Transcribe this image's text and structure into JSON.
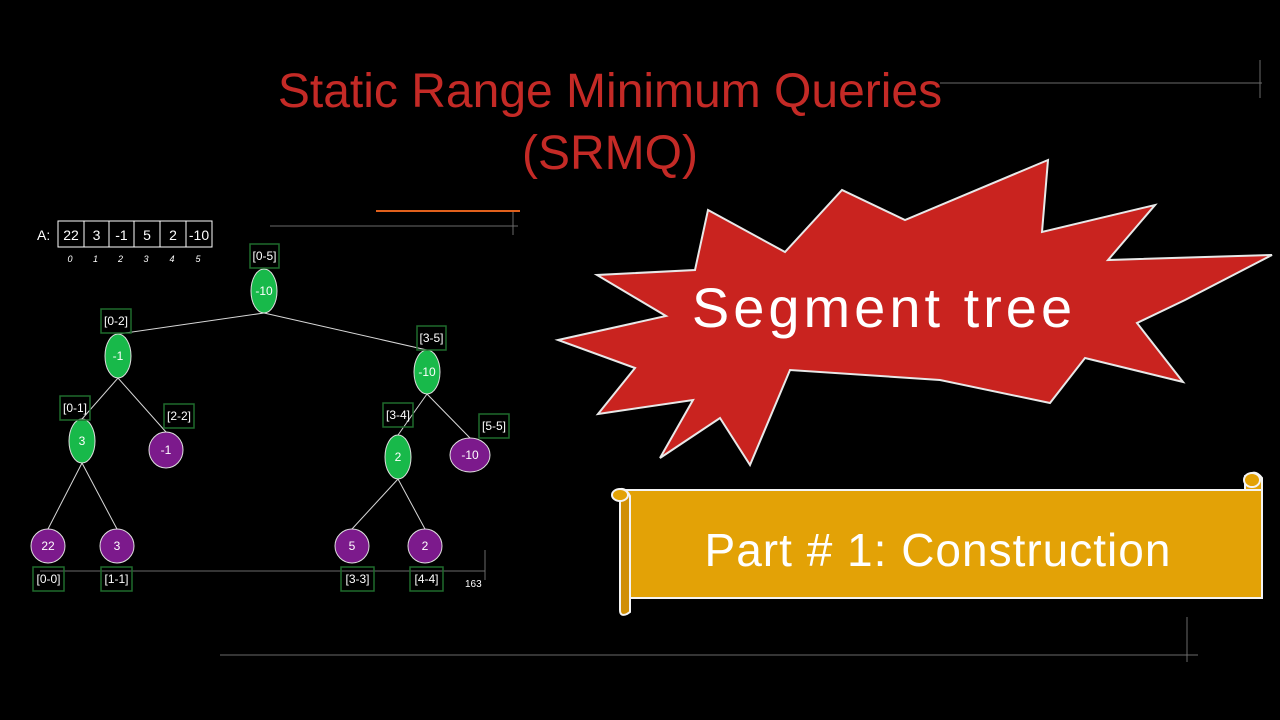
{
  "title": {
    "line1": "Static Range Minimum Queries",
    "line2": "(SRMQ)"
  },
  "array": {
    "label": "A:",
    "values": [
      "22",
      "3",
      "-1",
      "5",
      "2",
      "-10"
    ],
    "indices": [
      "0",
      "1",
      "2",
      "3",
      "4",
      "5"
    ]
  },
  "tree": {
    "nodes": [
      {
        "id": "n05",
        "value": "-10",
        "range": "[0-5]",
        "kind": "internal"
      },
      {
        "id": "n02",
        "value": "-1",
        "range": "[0-2]",
        "kind": "internal"
      },
      {
        "id": "n35",
        "value": "-10",
        "range": "[3-5]",
        "kind": "internal"
      },
      {
        "id": "n01",
        "value": "3",
        "range": "[0-1]",
        "kind": "internal"
      },
      {
        "id": "n22",
        "value": "-1",
        "range": "[2-2]",
        "kind": "leaf"
      },
      {
        "id": "n34",
        "value": "2",
        "range": "[3-4]",
        "kind": "internal"
      },
      {
        "id": "n55",
        "value": "-10",
        "range": "[5-5]",
        "kind": "leaf"
      },
      {
        "id": "n00",
        "value": "22",
        "range": "[0-0]",
        "kind": "leaf"
      },
      {
        "id": "n11",
        "value": "3",
        "range": "[1-1]",
        "kind": "leaf"
      },
      {
        "id": "n33",
        "value": "5",
        "range": "[3-3]",
        "kind": "leaf"
      },
      {
        "id": "n44",
        "value": "2",
        "range": "[4-4]",
        "kind": "leaf"
      }
    ],
    "edges": [
      [
        "n05",
        "n02"
      ],
      [
        "n05",
        "n35"
      ],
      [
        "n02",
        "n01"
      ],
      [
        "n02",
        "n22"
      ],
      [
        "n01",
        "n00"
      ],
      [
        "n01",
        "n11"
      ],
      [
        "n35",
        "n34"
      ],
      [
        "n35",
        "n55"
      ],
      [
        "n34",
        "n33"
      ],
      [
        "n34",
        "n44"
      ]
    ],
    "footnote": "163"
  },
  "burst": {
    "text": "Segment tree"
  },
  "banner": {
    "text": "Part # 1: Construction"
  },
  "colors": {
    "background": "#000000",
    "title": "#c42a26",
    "internal_node": "#18b94a",
    "leaf_node": "#7c1a8c",
    "range_box": "#1f6b2c",
    "burst": "#c9231f",
    "scroll": "#e3a206",
    "accent_line": "#e0601c"
  }
}
